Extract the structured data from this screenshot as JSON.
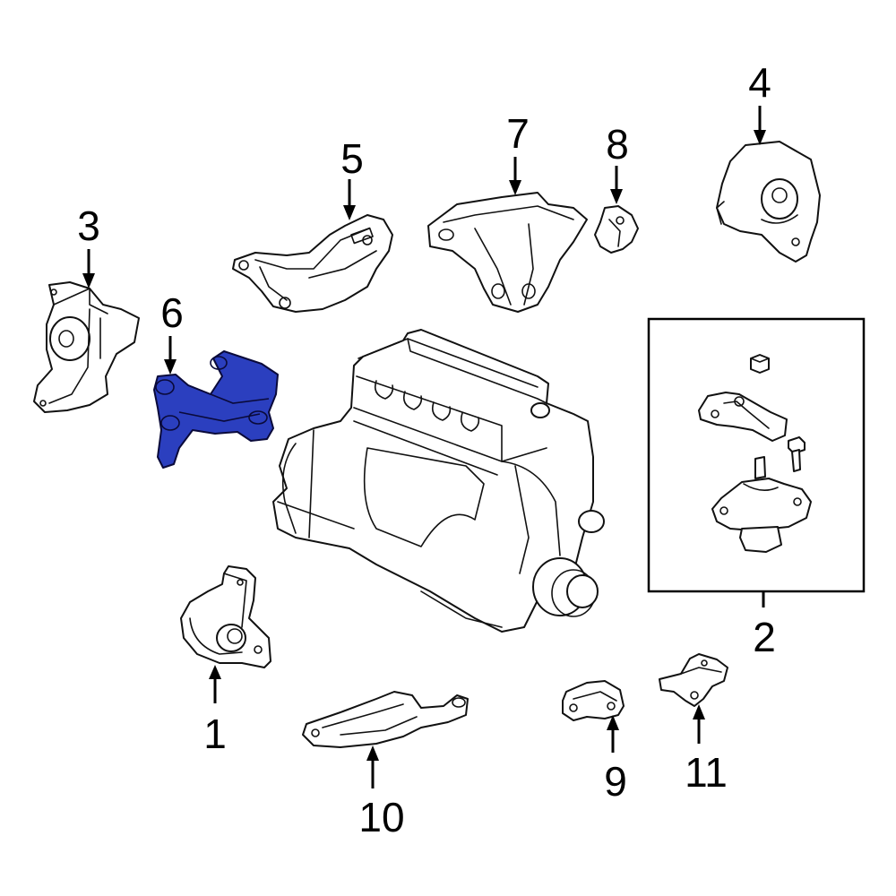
{
  "diagram": {
    "highlight_color": "#2b3fbf",
    "callouts": [
      {
        "id": "1",
        "label": "1"
      },
      {
        "id": "2",
        "label": "2"
      },
      {
        "id": "3",
        "label": "3"
      },
      {
        "id": "4",
        "label": "4"
      },
      {
        "id": "5",
        "label": "5"
      },
      {
        "id": "6",
        "label": "6"
      },
      {
        "id": "7",
        "label": "7"
      },
      {
        "id": "8",
        "label": "8"
      },
      {
        "id": "9",
        "label": "9"
      },
      {
        "id": "10",
        "label": "10"
      },
      {
        "id": "11",
        "label": "11"
      }
    ],
    "highlighted_part": "6"
  }
}
